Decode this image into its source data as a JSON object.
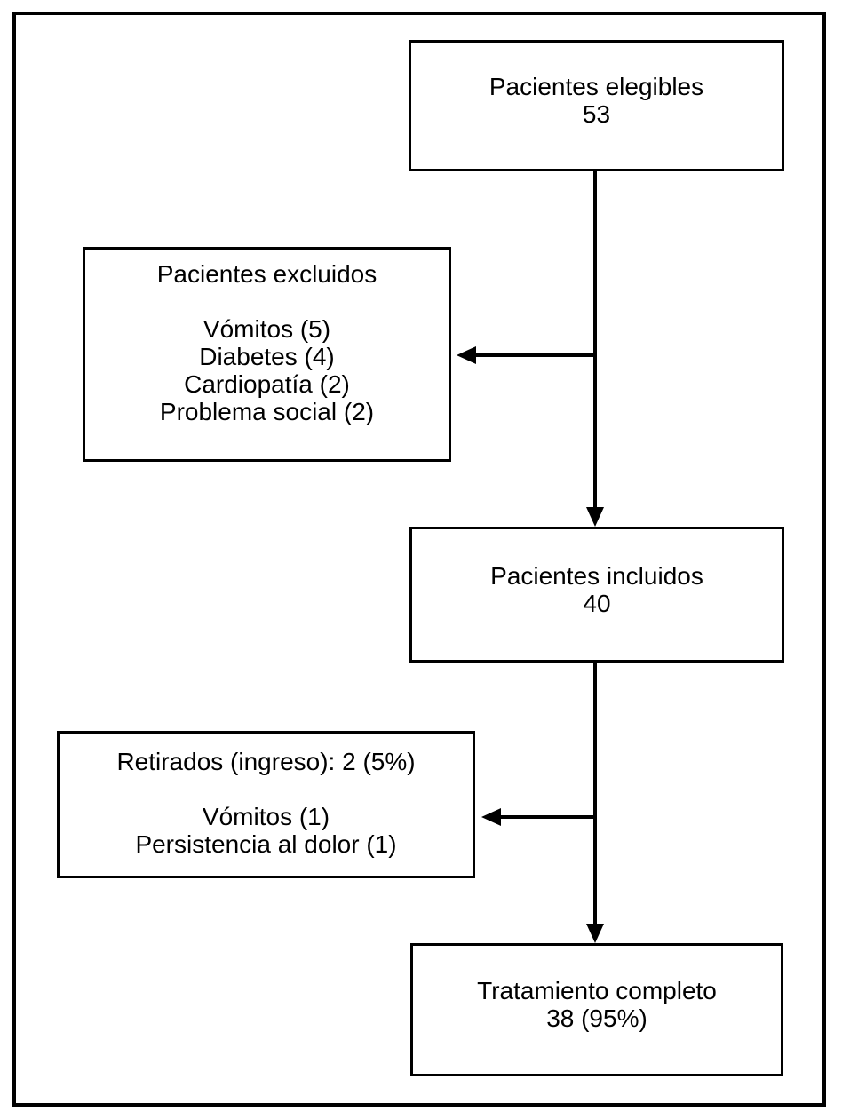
{
  "diagram": {
    "type": "flowchart",
    "language": "es",
    "line_color": "#000000",
    "background_color": "#ffffff",
    "boxes": {
      "eligible": {
        "lines": [
          "Pacientes elegibles",
          "53"
        ]
      },
      "excluded": {
        "lines": [
          "Pacientes excluidos",
          "",
          "Vómitos (5)",
          "Diabetes (4)",
          "Cardiopatía (2)",
          "Problema social (2)"
        ]
      },
      "included": {
        "lines": [
          "Pacientes incluidos",
          "40"
        ]
      },
      "withdrawn": {
        "lines": [
          "Retirados (ingreso): 2 (5%)",
          "",
          "Vómitos (1)",
          "Persistencia al dolor (1)"
        ]
      },
      "complete": {
        "lines": [
          "Tratamiento completo",
          "38 (95%)"
        ]
      }
    }
  }
}
